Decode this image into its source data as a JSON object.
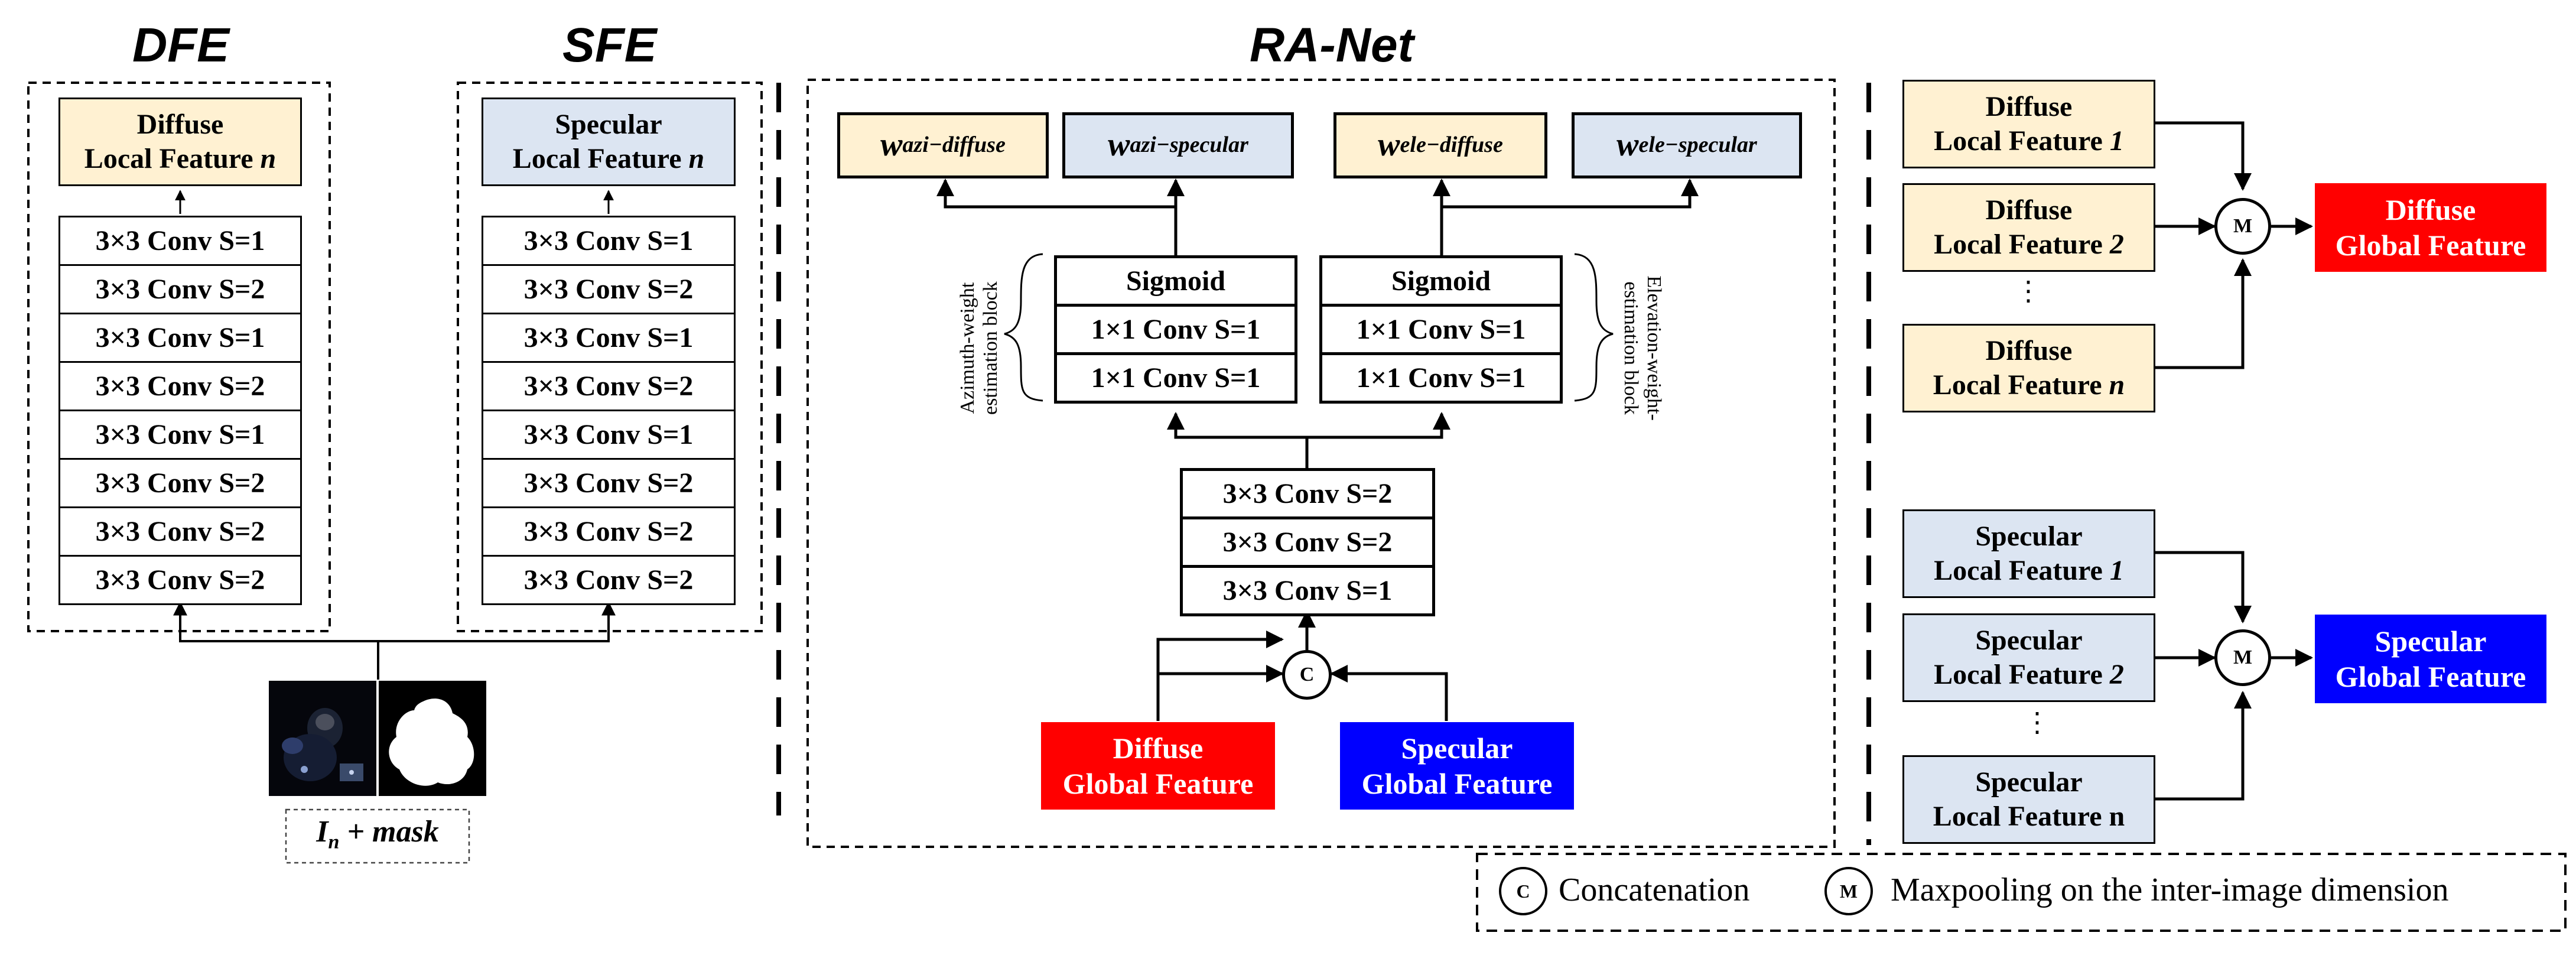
{
  "titles": {
    "dfe": "DFE",
    "sfe": "SFE",
    "ranet": "RA-Net"
  },
  "dfe": {
    "top_feature": {
      "line1": "Diffuse",
      "line2": "Local Feature ",
      "n": "n"
    },
    "convs": [
      "3×3 Conv S=1",
      "3×3 Conv S=2",
      "3×3 Conv S=1",
      "3×3 Conv S=2",
      "3×3 Conv S=1",
      "3×3 Conv S=2",
      "3×3 Conv S=2",
      "3×3 Conv S=2"
    ]
  },
  "sfe": {
    "top_feature": {
      "line1": "Specular",
      "line2": "Local Feature ",
      "n": "n"
    },
    "convs": [
      "3×3 Conv S=1",
      "3×3 Conv S=2",
      "3×3 Conv S=1",
      "3×3 Conv S=2",
      "3×3 Conv S=1",
      "3×3 Conv S=2",
      "3×3 Conv S=2",
      "3×3 Conv S=2"
    ]
  },
  "input_label": {
    "i": "I",
    "sub": "n",
    "rest": " + mask"
  },
  "ranet": {
    "outputs": [
      {
        "w": "w",
        "sub": "azi−diffuse"
      },
      {
        "w": "w",
        "sub": "azi−specular"
      },
      {
        "w": "w",
        "sub": "ele−diffuse"
      },
      {
        "w": "w",
        "sub": "ele−specular"
      }
    ],
    "left_block": [
      "Sigmoid",
      "1×1 Conv S=1",
      "1×1 Conv S=1"
    ],
    "right_block": [
      "Sigmoid",
      "1×1 Conv S=1",
      "1×1 Conv S=1"
    ],
    "azimuth_label": [
      "Azimuth-weight",
      "estimation block"
    ],
    "elevation_label": [
      "Elevation-weight-",
      "estimation block"
    ],
    "trunk": [
      "3×3 Conv S=2",
      "3×3 Conv S=2",
      "3×3 Conv S=1"
    ],
    "concat_symbol": "C",
    "inputs": {
      "diffuse": [
        "Diffuse",
        "Global Feature"
      ],
      "specular": [
        "Specular",
        "Global Feature"
      ]
    }
  },
  "pooling": {
    "diffuse": {
      "inputs": [
        {
          "line1": "Diffuse",
          "line2": "Local Feature ",
          "idx": "1"
        },
        {
          "line1": "Diffuse",
          "line2": "Local Feature ",
          "idx": "2"
        },
        {
          "line1": "Diffuse",
          "line2": "Local Feature ",
          "idx": "n"
        }
      ],
      "output": [
        "Diffuse",
        "Global Feature"
      ]
    },
    "specular": {
      "inputs": [
        {
          "line1": "Specular",
          "line2": "Local Feature ",
          "idx": "1"
        },
        {
          "line1": "Specular",
          "line2": "Local Feature ",
          "idx": "2"
        },
        {
          "line1": "Specular",
          "line2": "Local Feature n",
          "idx": ""
        }
      ],
      "output": [
        "Specular",
        "Global Feature"
      ]
    },
    "max_symbol": "M",
    "ellipsis": "⋮"
  },
  "legend": {
    "c_symbol": "C",
    "c_text": "Concatenation",
    "m_symbol": "M",
    "m_text": "Maxpooling on the inter-image dimension"
  },
  "colors": {
    "diffuse_fill": "#fff1d2",
    "specular_fill": "#dce5f2",
    "red": "#ff0000",
    "blue": "#0000ff"
  }
}
